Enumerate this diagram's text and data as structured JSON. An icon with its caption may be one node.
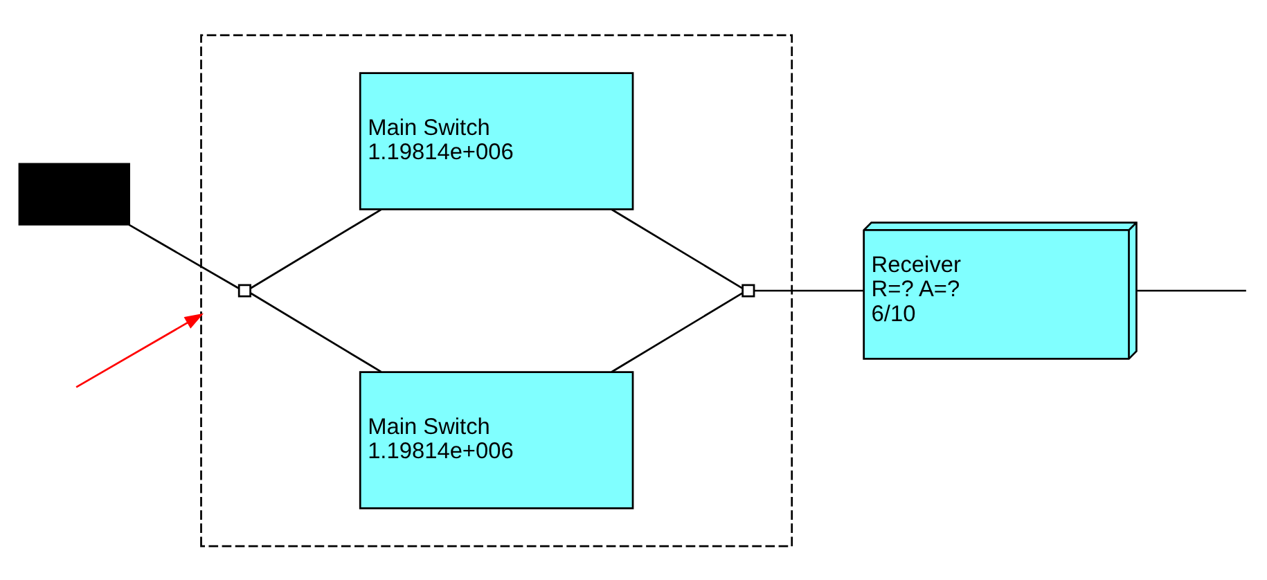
{
  "diagram": {
    "nodes": [
      {
        "text": [],
        "shape": "box"
      },
      {
        "text": [],
        "shape": "box"
      },
      {
        "text": [],
        "shape": "box",
        "in": 1
      },
      {
        "text": [
          "Main Switch",
          "1.19814e+006"
        ],
        "in": 1
      },
      {
        "text": [
          "Main Switch",
          "1.19814e+006"
        ],
        "in": 1
      },
      {
        "text": [],
        "shape": "box",
        "in": 1
      },
      {
        "text": [
          "Receiver",
          "R=? A=?",
          "6/10"
        ]
      }
    ],
    "edges": [
      {
        "from": 0,
        "to": 2,
        "arrow": "none"
      },
      {
        "from": 2,
        "to": 3,
        "arrow": "none"
      },
      {
        "from": 2,
        "to": 4,
        "arrow": "none"
      },
      {
        "from": 3,
        "to": 5,
        "arrow": "none"
      },
      {
        "from": 4,
        "to": 5,
        "arrow": "none"
      },
      {
        "from": 5,
        "to": 6,
        "arrow": "none"
      },
      {
        "from": 6,
        "to": null,
        "arrow": "none"
      },
      {
        "from": null,
        "to": 1,
        "arrow": "to",
        "color": "#ff0000"
      }
    ]
  }
}
